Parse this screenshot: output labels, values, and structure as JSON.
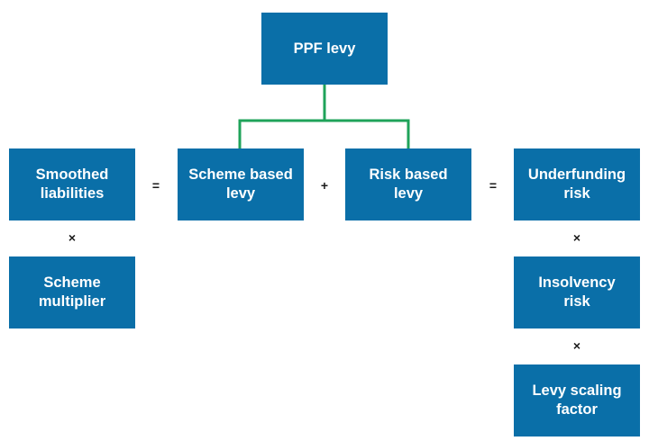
{
  "colors": {
    "box_fill": "#0a6fa8",
    "box_text": "#ffffff",
    "connector": "#1fa35a",
    "operator": "#1a1a1a"
  },
  "boxes": {
    "ppf_levy": "PPF levy",
    "smoothed_liabilities": "Smoothed\nliabilities",
    "scheme_based_levy": "Scheme based\nlevy",
    "risk_based_levy": "Risk based\nlevy",
    "underfunding_risk": "Underfunding\nrisk",
    "scheme_multiplier": "Scheme\nmultiplier",
    "insolvency_risk": "Insolvency\nrisk",
    "levy_scaling_factor": "Levy scaling\nfactor"
  },
  "operators": {
    "equals_left": "=",
    "plus": "+",
    "equals_right": "=",
    "times_left": "×",
    "times_right_1": "×",
    "times_right_2": "×"
  }
}
